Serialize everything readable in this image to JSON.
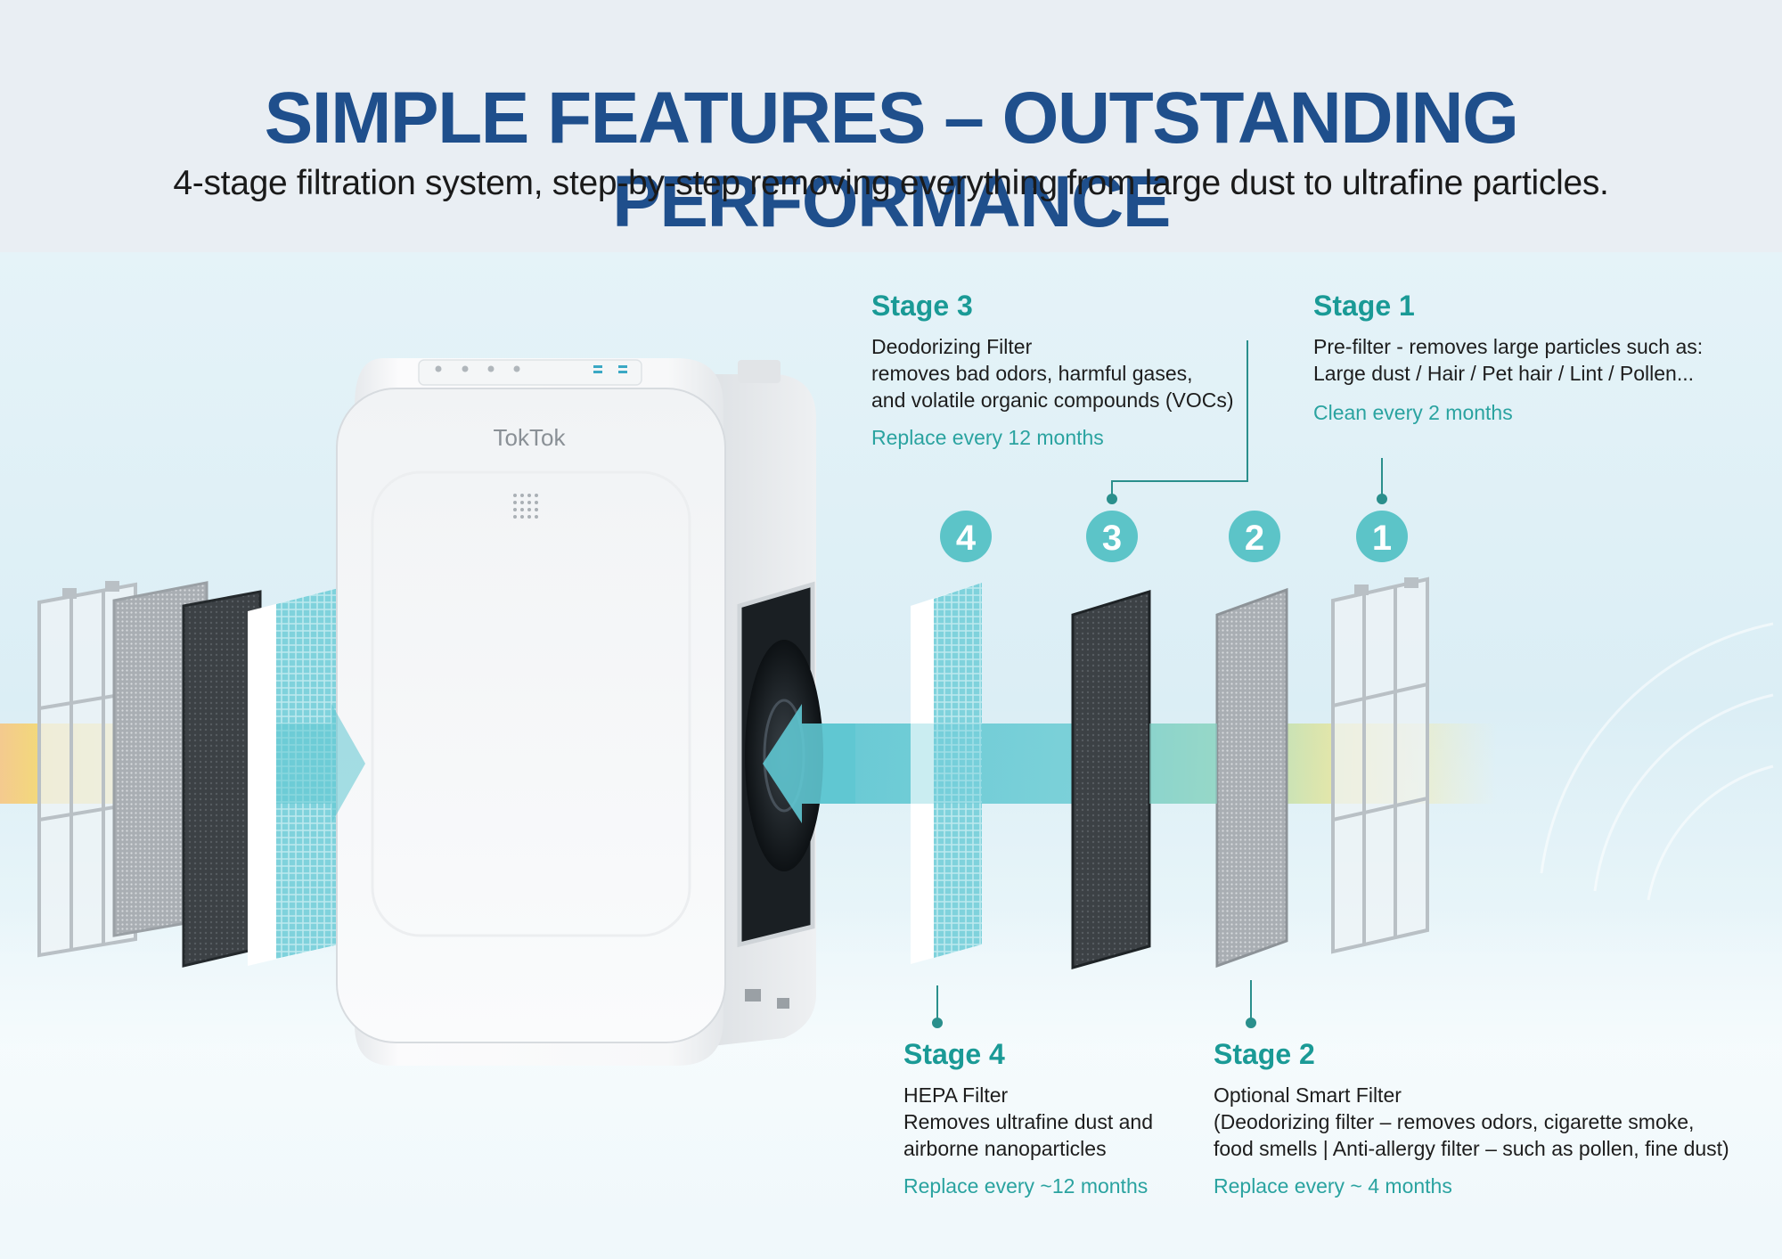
{
  "header": {
    "title": "SIMPLE FEATURES – OUTSTANDING PERFORMANCE",
    "subtitle": "4-stage filtration system, step-by-step removing everything from large dust to ultrafine particles."
  },
  "product": {
    "brand": "TokTok"
  },
  "stage_badges": [
    "4",
    "3",
    "2",
    "1"
  ],
  "stages": {
    "stage3": {
      "title": "Stage 3",
      "lines": [
        "Deodorizing Filter",
        "removes bad odors, harmful gases,",
        "and volatile organic compounds (VOCs)"
      ],
      "note": "Replace every 12 months"
    },
    "stage1": {
      "title": "Stage 1",
      "lines": [
        "Pre-filter -  removes large particles such as:",
        "Large dust / Hair / Pet hair / Lint / Pollen..."
      ],
      "note": "Clean every 2 months"
    },
    "stage4": {
      "title": "Stage 4",
      "lines": [
        "HEPA Filter",
        "Removes ultrafine dust and",
        "airborne nanoparticles"
      ],
      "note": "Replace every ~12 months"
    },
    "stage2": {
      "title": "Stage 2",
      "lines": [
        "Optional Smart Filter",
        "(Deodorizing filter – removes odors, cigarette smoke,",
        "food smells | Anti-allergy filter – such as pollen, fine dust)"
      ],
      "note": "Replace every ~ 4 months"
    }
  },
  "colors": {
    "title_blue": "#1f4f8c",
    "teal": "#2aa3a0",
    "badge_teal": "#5cc4c8",
    "airflow_teal": "#68cbd6",
    "airflow_yellow": "#f2dc6a",
    "airflow_orange": "#f6c07a"
  }
}
